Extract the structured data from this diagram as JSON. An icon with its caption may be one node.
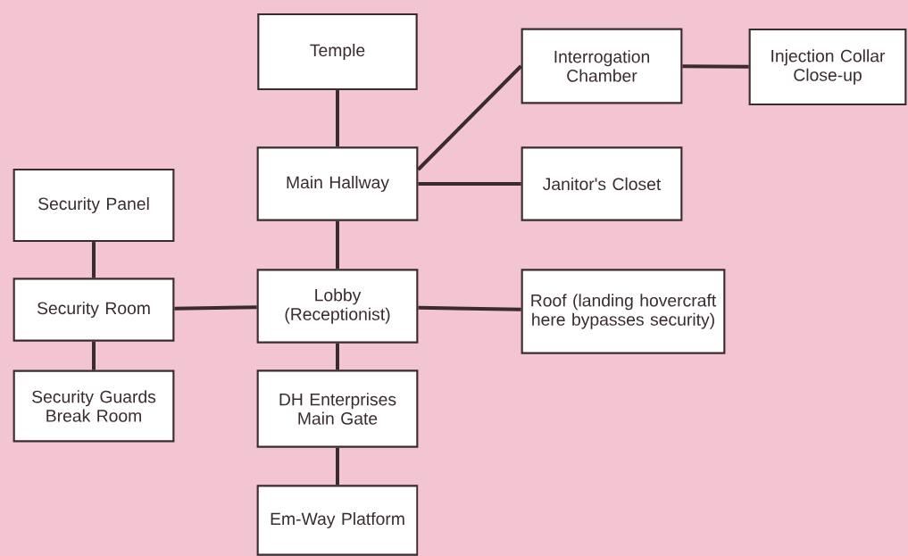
{
  "diagram": {
    "nodes": [
      {
        "text": [
          "Temple"
        ]
      },
      {
        "text": [
          "Interrogation Chamber"
        ]
      },
      {
        "text": [
          "Injection Collar Close-up"
        ]
      },
      {
        "text": [
          "Security Panel"
        ]
      },
      {
        "text": [
          "Main Hallway"
        ]
      },
      {
        "text": [
          "Janitor's Closet"
        ]
      },
      {
        "text": [
          "Security Room"
        ]
      },
      {
        "text": [
          "Lobby (Receptionist)"
        ]
      },
      {
        "text": [
          "Roof (landing hovercraft here bypasses security)"
        ]
      },
      {
        "text": [
          "Security Guards Break Room"
        ]
      },
      {
        "text": [
          "DH Enterprises Main Gate"
        ]
      },
      {
        "text": [
          "Em-Way Platform"
        ]
      }
    ],
    "edges": [
      {
        "from": 0,
        "to": 4,
        "arrow": "none"
      },
      {
        "from": 4,
        "to": 1,
        "arrow": "none"
      },
      {
        "from": 1,
        "to": 2,
        "arrow": "none"
      },
      {
        "from": 4,
        "to": 5,
        "arrow": "none"
      },
      {
        "from": 3,
        "to": 6,
        "arrow": "none"
      },
      {
        "from": 6,
        "to": 7,
        "arrow": "none"
      },
      {
        "from": 4,
        "to": 7,
        "arrow": "none"
      },
      {
        "from": 7,
        "to": 8,
        "arrow": "none"
      },
      {
        "from": 6,
        "to": 9,
        "arrow": "none"
      },
      {
        "from": 7,
        "to": 10,
        "arrow": "none"
      },
      {
        "from": 10,
        "to": 11,
        "arrow": "none"
      }
    ]
  }
}
